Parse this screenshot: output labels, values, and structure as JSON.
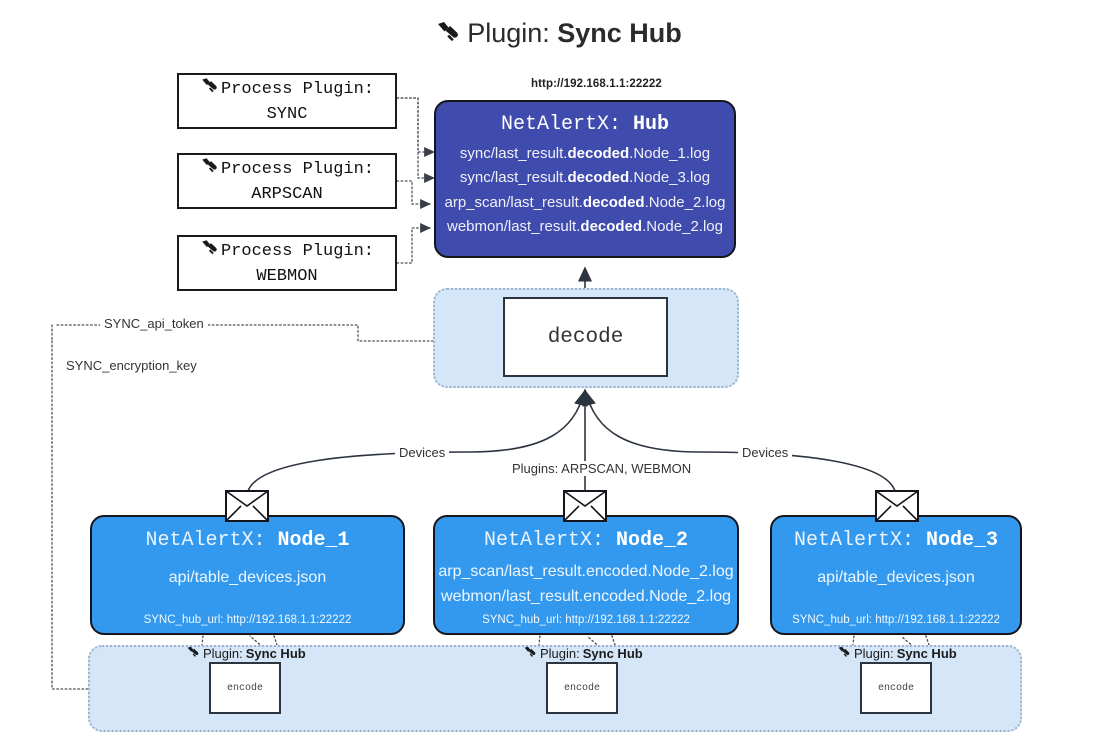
{
  "page": {
    "title_prefix": "Plugin:",
    "title_name": "Sync Hub",
    "icon": "plug-icon"
  },
  "colors": {
    "hub_fill": "#3f4bad",
    "node_fill": "#3399ef",
    "cluster_fill": "#d4e6f7",
    "cluster_border": "#9ab4cc",
    "box_border": "#15151b",
    "text_dark": "#222222"
  },
  "process_plugins": [
    {
      "label": "Process Plugin:",
      "name": "SYNC"
    },
    {
      "label": "Process Plugin:",
      "name": "ARPSCAN"
    },
    {
      "label": "Process Plugin:",
      "name": "WEBMON"
    }
  ],
  "hub": {
    "url": "http://192.168.1.1:22222",
    "title_prefix": "NetAlertX:",
    "title_name": "Hub",
    "logs": [
      {
        "pre": "sync/last_result.",
        "mid": "decoded",
        "post": ".Node_1.log"
      },
      {
        "pre": "sync/last_result.",
        "mid": "decoded",
        "post": ".Node_3.log"
      },
      {
        "pre": "arp_scan/last_result.",
        "mid": "decoded",
        "post": ".Node_2.log"
      },
      {
        "pre": "webmon/last_result.",
        "mid": "decoded",
        "post": ".Node_2.log"
      }
    ]
  },
  "decode": {
    "label": "decode"
  },
  "secrets": [
    {
      "label": "SYNC_api_token"
    },
    {
      "label": "SYNC_encryption_key"
    }
  ],
  "edge_labels": {
    "devices_left": "Devices",
    "devices_right": "Devices",
    "plugins_center": "Plugins: ARPSCAN, WEBMON"
  },
  "nodes": [
    {
      "title_prefix": "NetAlertX:",
      "title_name": "Node_1",
      "files": [
        "api/table_devices.json"
      ],
      "hub_url_label": "SYNC_hub_url: http://192.168.1.1:22222",
      "icon": "envelope-icon"
    },
    {
      "title_prefix": "NetAlertX:",
      "title_name": "Node_2",
      "files": [
        "arp_scan/last_result.encoded.Node_2.log",
        "webmon/last_result.encoded.Node_2.log"
      ],
      "hub_url_label": "SYNC_hub_url: http://192.168.1.1:22222",
      "icon": "envelope-icon"
    },
    {
      "title_prefix": "NetAlertX:",
      "title_name": "Node_3",
      "files": [
        "api/table_devices.json"
      ],
      "hub_url_label": "SYNC_hub_url: http://192.168.1.1:22222",
      "icon": "envelope-icon"
    }
  ],
  "encoders": [
    {
      "tag_prefix": "Plugin:",
      "tag_name": "Sync Hub",
      "label": "encode"
    },
    {
      "tag_prefix": "Plugin:",
      "tag_name": "Sync Hub",
      "label": "encode"
    },
    {
      "tag_prefix": "Plugin:",
      "tag_name": "Sync Hub",
      "label": "encode"
    }
  ]
}
